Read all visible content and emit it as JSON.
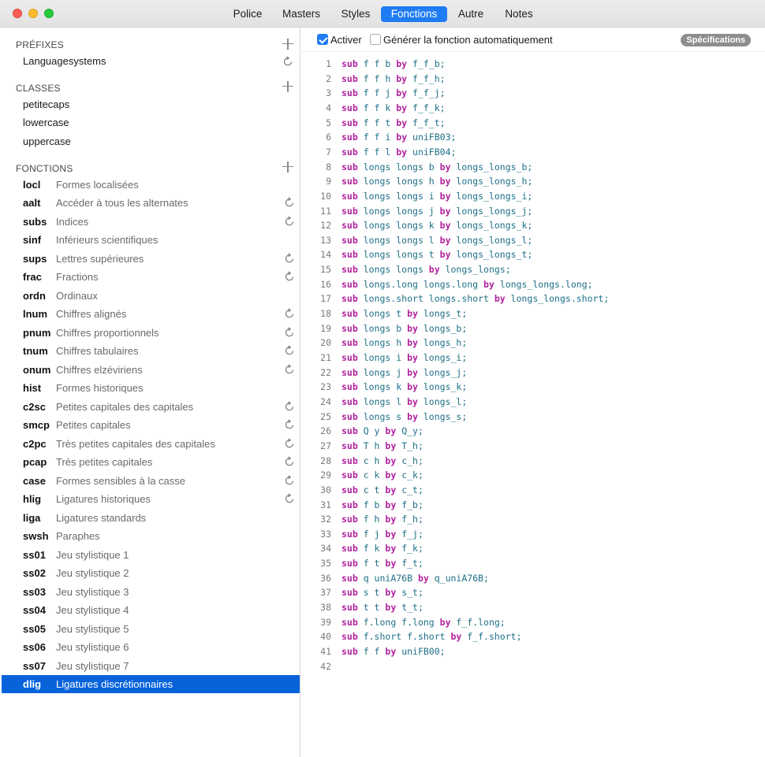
{
  "titlebar": {
    "tabs": [
      {
        "label": "Police",
        "active": false
      },
      {
        "label": "Masters",
        "active": false
      },
      {
        "label": "Styles",
        "active": false
      },
      {
        "label": "Fonctions",
        "active": true
      },
      {
        "label": "Autre",
        "active": false
      },
      {
        "label": "Notes",
        "active": false
      }
    ]
  },
  "sidebar": {
    "prefixes": {
      "header": "PRÉFIXES",
      "items": [
        {
          "label": "Languagesystems",
          "auto": true
        }
      ]
    },
    "classes": {
      "header": "CLASSES",
      "items": [
        {
          "label": "petitecaps"
        },
        {
          "label": "lowercase"
        },
        {
          "label": "uppercase"
        }
      ]
    },
    "features": {
      "header": "FONCTIONS",
      "items": [
        {
          "tag": "locl",
          "desc": "Formes localisées",
          "auto": false,
          "selected": false
        },
        {
          "tag": "aalt",
          "desc": "Accéder à tous les alternates",
          "auto": true,
          "selected": false
        },
        {
          "tag": "subs",
          "desc": "Indices",
          "auto": true,
          "selected": false
        },
        {
          "tag": "sinf",
          "desc": "Inférieurs scientifiques",
          "auto": false,
          "selected": false
        },
        {
          "tag": "sups",
          "desc": "Lettres supérieures",
          "auto": true,
          "selected": false
        },
        {
          "tag": "frac",
          "desc": "Fractions",
          "auto": true,
          "selected": false
        },
        {
          "tag": "ordn",
          "desc": "Ordinaux",
          "auto": false,
          "selected": false
        },
        {
          "tag": "lnum",
          "desc": "Chiffres alignés",
          "auto": true,
          "selected": false
        },
        {
          "tag": "pnum",
          "desc": "Chiffres proportionnels",
          "auto": true,
          "selected": false
        },
        {
          "tag": "tnum",
          "desc": "Chiffres tabulaires",
          "auto": true,
          "selected": false
        },
        {
          "tag": "onum",
          "desc": "Chiffres elzéviriens",
          "auto": true,
          "selected": false
        },
        {
          "tag": "hist",
          "desc": "Formes historiques",
          "auto": false,
          "selected": false
        },
        {
          "tag": "c2sc",
          "desc": "Petites capitales des capitales",
          "auto": true,
          "selected": false
        },
        {
          "tag": "smcp",
          "desc": "Petites capitales",
          "auto": true,
          "selected": false
        },
        {
          "tag": "c2pc",
          "desc": "Très petites capitales des capitales",
          "auto": true,
          "selected": false
        },
        {
          "tag": "pcap",
          "desc": "Très petites capitales",
          "auto": true,
          "selected": false
        },
        {
          "tag": "case",
          "desc": "Formes sensibles à la casse",
          "auto": true,
          "selected": false
        },
        {
          "tag": "hlig",
          "desc": "Ligatures historiques",
          "auto": true,
          "selected": false
        },
        {
          "tag": "liga",
          "desc": "Ligatures standards",
          "auto": false,
          "selected": false
        },
        {
          "tag": "swsh",
          "desc": "Paraphes",
          "auto": false,
          "selected": false
        },
        {
          "tag": "ss01",
          "desc": "Jeu stylistique 1",
          "auto": false,
          "selected": false
        },
        {
          "tag": "ss02",
          "desc": "Jeu stylistique 2",
          "auto": false,
          "selected": false
        },
        {
          "tag": "ss03",
          "desc": "Jeu stylistique 3",
          "auto": false,
          "selected": false
        },
        {
          "tag": "ss04",
          "desc": "Jeu stylistique 4",
          "auto": false,
          "selected": false
        },
        {
          "tag": "ss05",
          "desc": "Jeu stylistique 5",
          "auto": false,
          "selected": false
        },
        {
          "tag": "ss06",
          "desc": "Jeu stylistique 6",
          "auto": false,
          "selected": false
        },
        {
          "tag": "ss07",
          "desc": "Jeu stylistique 7",
          "auto": false,
          "selected": false
        },
        {
          "tag": "dlig",
          "desc": "Ligatures discrétionnaires",
          "auto": false,
          "selected": true
        }
      ]
    }
  },
  "toolbar": {
    "activate_label": "Activer",
    "activate_checked": true,
    "autogen_label": "Générer la fonction automatiquement",
    "autogen_checked": false,
    "spec_label": "Spécifications"
  },
  "code": {
    "lines": [
      "sub f f b by f_f_b;",
      "sub f f h by f_f_h;",
      "sub f f j by f_f_j;",
      "sub f f k by f_f_k;",
      "sub f f t by f_f_t;",
      "sub f f i by uniFB03;",
      "sub f f l by uniFB04;",
      "sub longs longs b by longs_longs_b;",
      "sub longs longs h by longs_longs_h;",
      "sub longs longs i by longs_longs_i;",
      "sub longs longs j by longs_longs_j;",
      "sub longs longs k by longs_longs_k;",
      "sub longs longs l by longs_longs_l;",
      "sub longs longs t by longs_longs_t;",
      "sub longs longs by longs_longs;",
      "sub longs.long longs.long by longs_longs.long;",
      "sub longs.short longs.short by longs_longs.short;",
      "sub longs t by longs_t;",
      "sub longs b by longs_b;",
      "sub longs h by longs_h;",
      "sub longs i by longs_i;",
      "sub longs j by longs_j;",
      "sub longs k by longs_k;",
      "sub longs l by longs_l;",
      "sub longs s by longs_s;",
      "sub Q y by Q_y;",
      "sub T h by T_h;",
      "sub c h by c_h;",
      "sub c k by c_k;",
      "sub c t by c_t;",
      "sub f b by f_b;",
      "sub f h by f_h;",
      "sub f j by f_j;",
      "sub f k by f_k;",
      "sub f t by f_t;",
      "sub q uniA76B by q_uniA76B;",
      "sub s t by s_t;",
      "sub t t by t_t;",
      "sub f.long f.long by f_f.long;",
      "sub f.short f.short by f_f.short;",
      "sub f f by uniFB00;",
      ""
    ]
  }
}
